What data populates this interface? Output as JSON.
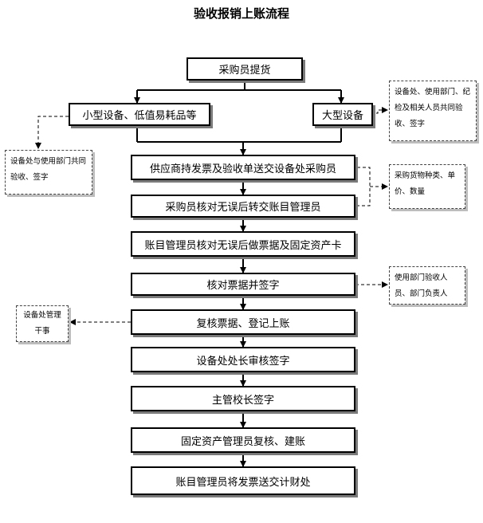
{
  "title": "验收报销上账流程",
  "boxes": {
    "buyer_delivery": "采购员提货",
    "small_equipment": "小型设备、低值易耗品等",
    "large_equipment": "大型设备",
    "supplier_invoice": "供应商持发票及验收单送交设备处采购员",
    "buyer_check": "采购员核对无误后转交账目管理员",
    "ledger_voucher": "账目管理员核对无误后做票据及固定资产卡",
    "verify_sign": "核对票据并签字",
    "recheck_register": "复核票据、登记上账",
    "director_review": "设备处处长审核签字",
    "principal_sign": "主管校长签字",
    "asset_manager": "固定资产管理员复核、建账",
    "send_finance": "账目管理员将发票送交计财处"
  },
  "notes": {
    "large_accept": "设备处、使用部门、纪检及相关人员共同验收、签字",
    "small_accept": "设备处与使用部门共同验收、签字",
    "goods_info": "采购货物种类、单价、数量",
    "dept_accept": "使用部门验收人员、部门负责人",
    "clerk": "设备处管理干事"
  }
}
